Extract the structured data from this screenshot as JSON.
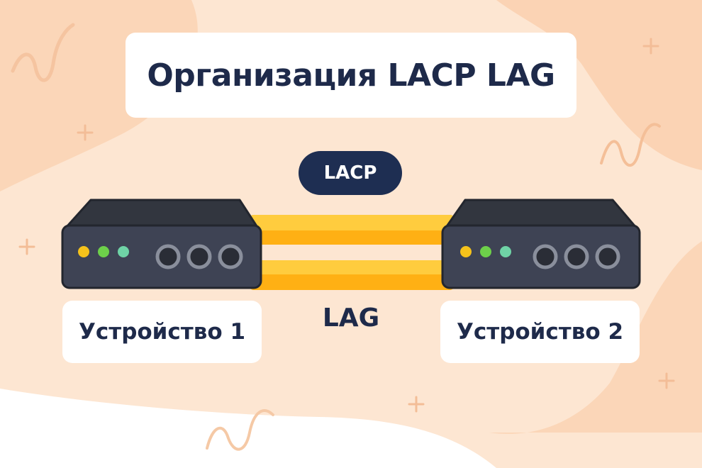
{
  "title": "Организация LACP LAG",
  "protocol_badge": "LACP",
  "link_label": "LAG",
  "devices": [
    {
      "label": "Устройство 1",
      "leds": [
        "#f5c21b",
        "#6dd04a",
        "#6fd3a6"
      ],
      "ports": 3
    },
    {
      "label": "Устройство 2",
      "leds": [
        "#f5c21b",
        "#6dd04a",
        "#6fd3a6"
      ],
      "ports": 3
    }
  ],
  "links": {
    "count": 2,
    "colors": [
      "#ffc93a",
      "#ffb014"
    ]
  },
  "colors": {
    "background": "#fde6d2",
    "blob": "#fbd6b8",
    "text": "#1e2a4a",
    "badge": "#1e2e52",
    "device_body": "#3e4354",
    "device_top": "#32363f"
  }
}
